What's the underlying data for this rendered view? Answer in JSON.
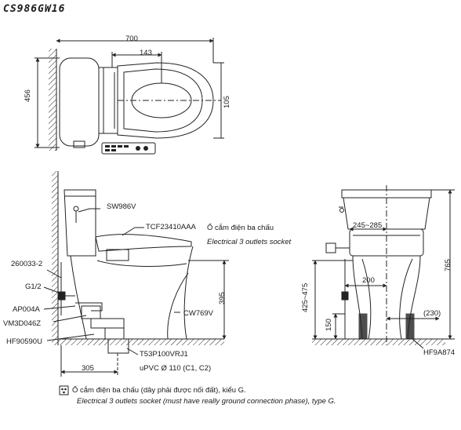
{
  "title": "CS986GW16",
  "top_view": {
    "dim_width": "700",
    "dim_depth": "456",
    "dim_offset": "143",
    "dim_center": "105"
  },
  "side_view": {
    "part_seat": "SW986V",
    "part_washlet": "TCF23410AAA",
    "socket_vi": "Ổ cắm điện ba chấu",
    "socket_en": "Electrical 3 outlets socket",
    "part_valve": "260033-2",
    "thread": "G1/2",
    "part_hose": "AP004A",
    "part_flange": "VM3D046Z",
    "part_bolt": "HF90590U",
    "part_body": "CW769V",
    "part_trap": "T53P100VRJ1",
    "pipe": "uPVC Ø 110 (C1, C2)",
    "dim_height": "395",
    "dim_rough": "305"
  },
  "front_view": {
    "dim_range_top": "245~285",
    "dim_total": "765",
    "dim_range_side": "425~475",
    "dim_200": "200",
    "dim_150": "150",
    "dim_230": "(230)",
    "part_fix": "HF9A874"
  },
  "footnote": {
    "line1": "Ổ cắm điện ba chấu (dây phải được nối đất), kiểu G.",
    "line2": "Electrical 3 outlets socket (must have really ground connection phase), type G."
  }
}
